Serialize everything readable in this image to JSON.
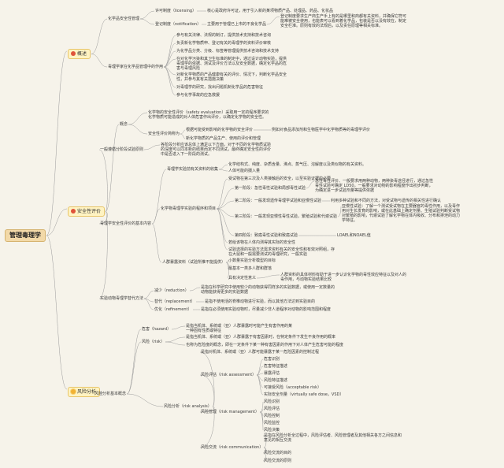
{
  "root": "管理毒理学",
  "categories": [
    {
      "label": "概述",
      "icon": "warning-icon",
      "color": "#e0533a"
    },
    {
      "label": "安全性评价",
      "icon": "warning-icon",
      "color": "#e0533a"
    },
    {
      "label": "风险分析",
      "icon": "sun-icon",
      "color": "#f2b233"
    }
  ],
  "overview": {
    "b1": "化学品安全性管理",
    "b1_1": "许可制度（licensing）",
    "b1_1_desc": "核心是政府许可证，用于引入新的某项物质产品、处理品、药品、化妆品",
    "b1_2": "登记制度（notification）",
    "b1_2_desc": "主要用于管理已上市的不良化学品",
    "b1_2_note": "登记制度要求生产商生产手上有的是哪里和商都有关资料，并确保它符可能难被安全使用，也能表可以看到着化学品，包装是否以没有效在，制定安全栏准。原则有效的法规后，以及责任原理等相关标准。",
    "b2": "毒理学家在化学品管理中的作用",
    "b2_items": [
      "参与有关法律、法规的制订，提供技术支持和技术咨询",
      "负责新化学物质申、登记有关的毒理学的资料评价审核",
      "为化学品分类、分级、标签等管理提供技术咨询和技术支持",
      "在对化学污染和其卫生标准的制定中，通过设计动物实验，提供毒理学的依据、测试及评价方法以及安全数据，确定化学品的危害与毒理风险",
      "对新化学物质的产品健康有关的评价、情况下，判断化学品安全性，并参与其有关措施决策",
      "对毒理学的研究，找出问题机制化学品的危害特征",
      "参与化学事故的应急救援"
    ]
  },
  "safety": {
    "a": "概念",
    "a1": "化学物的安全性评价（safety evaluation）采取用一定的程序要求的化学物质可能造成的对人体危害作出评价，以确定化学物的安全性。",
    "a2": "安全性评价简称为",
    "a2_1": "根据可能受到影响的化学物的安全评价",
    "a2_1_desc": "例如对食品添加剂和生物医学中化学物质等的毒理学评价",
    "a2_2": "新化学物质的产品生产、使用的评价和管理",
    "b": "一般遵循分阶段试验原则",
    "b_desc": "各阶段分析应该总体上满足以下方面，对于不同的化学物质试验的深度可以同本新的结果而定不同测试，最终确定安全性的评价中是否进入下一阶段的测试。",
    "c": "毒理学安全性评价的基本内容",
    "c1": "毒理学实验前有关资料的收集",
    "c1_items": [
      "化学结构式、纯度、杂质含量、沸点、蒸气压、溶解度以及类似物的有关资料。",
      "人体可能的摄入量"
    ],
    "c2": "化学物毒理学实验的程序和项目",
    "c2_intro": "受试物在第三次及人类接触后的安全，以至实验证据的必要",
    "c2_s1": "第一阶段：急性毒性试验和局部毒性试验",
    "c2_s1_desc": "急性毒性评价、一般要求用两种动物，两种染毒途径进行，通过急性毒性试验可确定 LD50，一般要求对动物的影响程度作出初步判断，为确定进一步试验剂量等提供依据",
    "c2_s2": "第二阶段：一般发现遗传毒理学试验和亚慢性试验",
    "c2_s2_desc": "利用多种试验和不同的方法，对受试物与遗传的相关性进行确认",
    "c2_s3": "第三阶段：一般发现亚慢性毒性试验，繁殖试验和代谢试验",
    "c2_s3_desc": "亚慢性试验：了解一个测试受试物在主要器官的毒性作用，以及毒作用对生长发育的影响，或在此基础上确定剂量、生殖试验判断受试物对繁殖的影响，代谢试验了解化学物在体内吸收、分布和排泄的动力学特征。",
    "c2_s4": "第四阶段：致癌毒性试验和致癌试验",
    "c2_s4_desc": "LOAEL和NOAEL值",
    "c2_extra": [
      "若给该物在人体内测得其实际的安全性",
      "试验选择的实验方法需求资料有关的安全性和有效对照组，存在大鼠和一般需要测试的毒理研究，一般实验"
    ],
    "c3": "人群暴露资料（试验所推不能提供）",
    "c3_items": [
      "小数量实验分析模型的目标",
      "最基本一类多人群和群落"
    ],
    "c3_extra": "具有决定性意义",
    "c3_extra_desc": "人群资料的具体材料有助于进一步认识化学物的毒性效应特征以及对人的毒作用，与动物实验结果比较",
    "d": "实验动物毒理学替代方法",
    "d1": "减少（reduction）",
    "d1_desc": "是指在科学研究中使用较少的动物获得同样多的实验数据，或使用一定数量的动物能获得更多的实验数据",
    "d2": "替代（replacement）",
    "d2_desc": "是指不使用活的脊椎动物进行实验，而以其他方法达到实验目的",
    "d3": "优化（refinement）",
    "d3_desc": "是指在必须使用实验动物时，尽量减少非人道程序对动物的影响范围和程度"
  },
  "risk": {
    "a": "风险分析基本概念",
    "a1": "危害（hazard）",
    "a1_desc": "是指当机体、系统或（亚）人群暴露时可能产生有害作用的某一种固有性质或特征",
    "a2": "风险（risk）",
    "a2_items": [
      "是指当机体、系统或（亚）人群暴露于有害因素时，在特定条件下发生不良作用的概率",
      "也称为危险度的概念，即在一定条件下某一种有害因素的作用下对人体产生危害可能的程度"
    ],
    "a3": "风险分析（risk analysis）",
    "a3_intro": "是指对机体、系统或（亚）人群可能暴露于某一危险因素的控制过程",
    "a3_1": "风险评估（risk assessment）",
    "a3_1_items": [
      "危害识别",
      "危害特征描述",
      "暴露评估",
      "风险特征描述",
      "可接受风险（acceptable risk）",
      "实际安全剂量（virtually safe dose，VSD）"
    ],
    "a3_2": "风险管理（risk management）",
    "a3_2_items": [
      "风险识别",
      "风险评估",
      "风险控制",
      "风险监控",
      "风险决策"
    ],
    "a3_3": "风险交流（risk communication）",
    "a3_3_desc": "是指在风险分析全过程中，风险评估者、风险管理者及其他相关各方之间信息和意见的相互交流",
    "a3_3_items": [
      "风险交流的目的",
      "风险交流的原则"
    ]
  }
}
